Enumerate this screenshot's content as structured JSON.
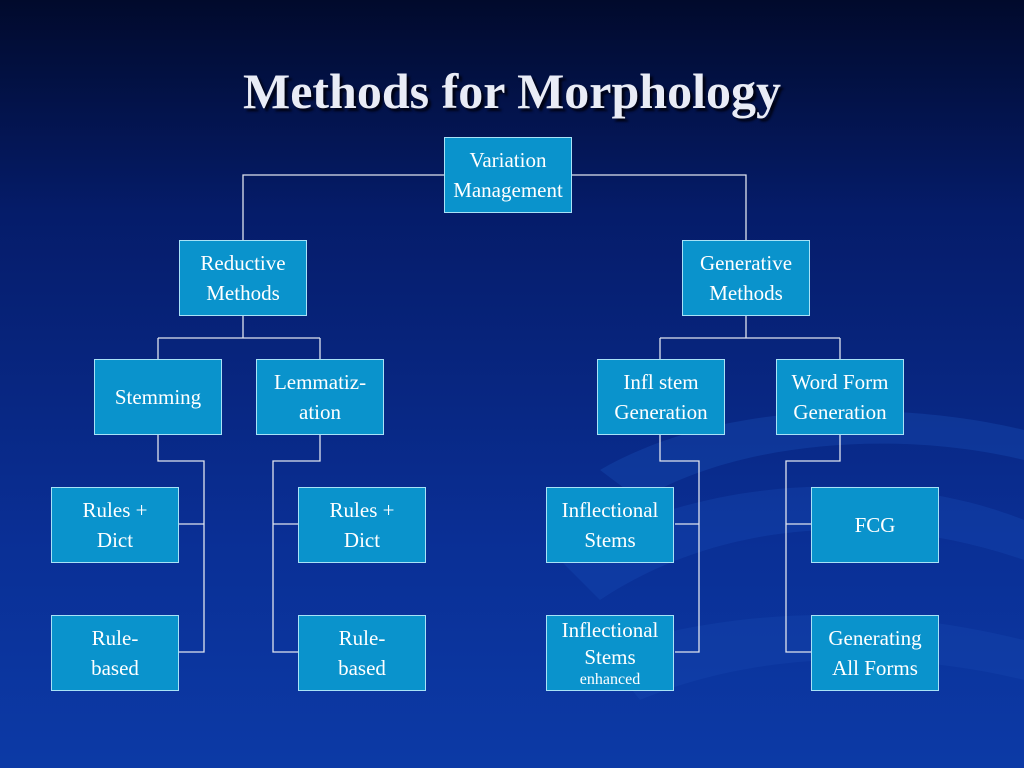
{
  "slide": {
    "title": "Methods for Morphology"
  },
  "colors": {
    "background_top": "#010a2c",
    "background_bottom": "#0c3aa6",
    "box_fill": "#0a93cc",
    "box_border": "#a8e2f7",
    "connector": "#dfe3ee",
    "title_text": "#e9ecf6"
  },
  "nodes": {
    "root": {
      "line1": "Variation",
      "line2": "Management"
    },
    "reductive": {
      "line1": "Reductive",
      "line2": "Methods"
    },
    "generative": {
      "line1": "Generative",
      "line2": "Methods"
    },
    "stemming": {
      "line1": "Stemming"
    },
    "lemmatization": {
      "line1": "Lemmatiz-",
      "line2": "ation"
    },
    "infl_stem_generation": {
      "line1": "Infl stem",
      "line2": "Generation"
    },
    "word_form_generation": {
      "line1": "Word Form",
      "line2": "Generation"
    },
    "stem_rules_dict": {
      "line1": "Rules +",
      "line2": "Dict"
    },
    "stem_rule_based": {
      "line1": "Rule-",
      "line2": "based"
    },
    "lemma_rules_dict": {
      "line1": "Rules +",
      "line2": "Dict"
    },
    "lemma_rule_based": {
      "line1": "Rule-",
      "line2": "based"
    },
    "inflectional_stems": {
      "line1": "Inflectional",
      "line2": "Stems"
    },
    "inflectional_stems_enhanced": {
      "line1": "Inflectional",
      "line2": "Stems",
      "note": "enhanced"
    },
    "fcg": {
      "line1": "FCG"
    },
    "generating_all_forms": {
      "line1": "Generating",
      "line2": "All Forms"
    }
  }
}
